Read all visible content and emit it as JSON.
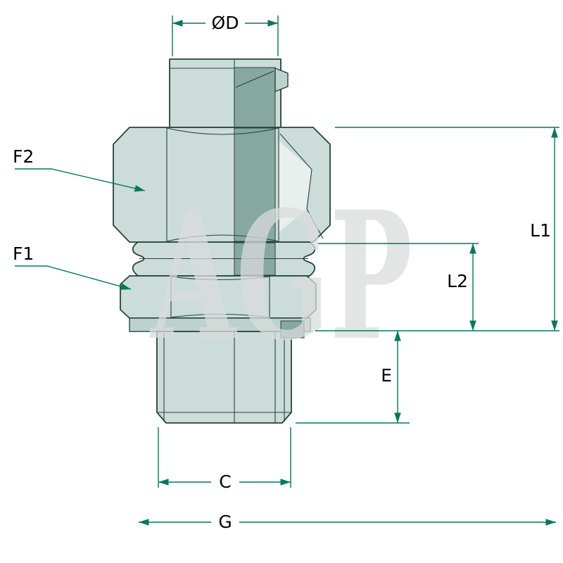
{
  "watermark": "AGP",
  "labels": {
    "diameter": "ØD",
    "f2": "F2",
    "f1": "F1",
    "l1": "L1",
    "l2": "L2",
    "e": "E",
    "c": "C",
    "g": "G"
  },
  "colors": {
    "background": "#ffffff",
    "outline": "#24443c",
    "dimension": "#00795b",
    "body_light": "#ccdcd8",
    "body_mid": "#bed2cd",
    "section_dark": "#87a8a0",
    "highlight": "#e9efed",
    "watermark": "#d9dddc",
    "label_text": "#000000"
  }
}
